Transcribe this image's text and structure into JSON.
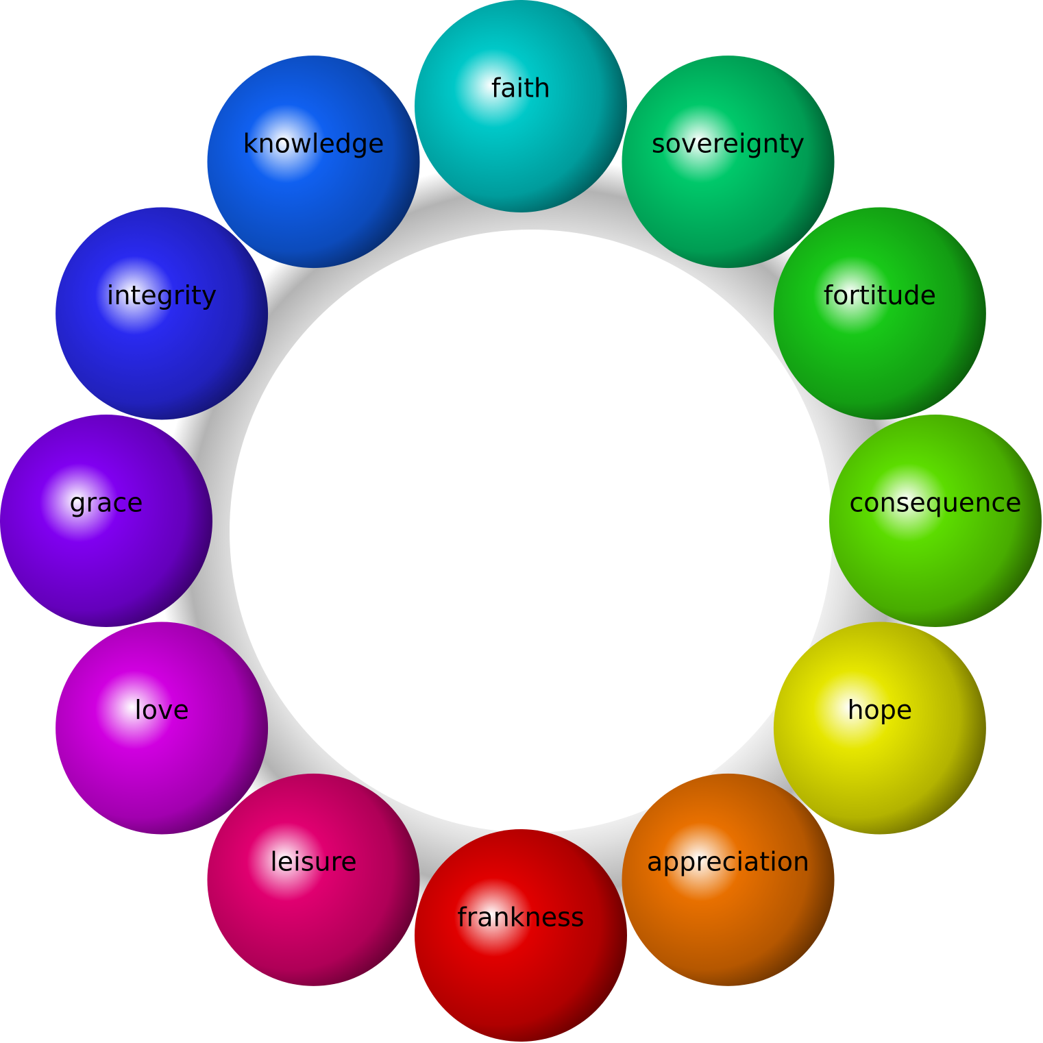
{
  "diagram": {
    "spheres": [
      {
        "label": "faith",
        "color": "#00c8c8",
        "highlight": "#ffffff"
      },
      {
        "label": "sovereignty",
        "color": "#00c86a",
        "highlight": "#ffffff"
      },
      {
        "label": "fortitude",
        "color": "#18c818",
        "highlight": "#ffffff"
      },
      {
        "label": "consequence",
        "color": "#5cdc00",
        "highlight": "#ffffff"
      },
      {
        "label": "hope",
        "color": "#e6e600",
        "highlight": "#ffffff"
      },
      {
        "label": "appreciation",
        "color": "#e87000",
        "highlight": "#ffffff"
      },
      {
        "label": "frankness",
        "color": "#e00000",
        "highlight": "#ffffff"
      },
      {
        "label": "leisure",
        "color": "#e00070",
        "highlight": "#ffffff"
      },
      {
        "label": "love",
        "color": "#d000e0",
        "highlight": "#ffffff"
      },
      {
        "label": "grace",
        "color": "#8000f0",
        "highlight": "#ffffff"
      },
      {
        "label": "integrity",
        "color": "#2a2af0",
        "highlight": "#ffffff"
      },
      {
        "label": "knowledge",
        "color": "#1060f0",
        "highlight": "#ffffff"
      }
    ]
  }
}
